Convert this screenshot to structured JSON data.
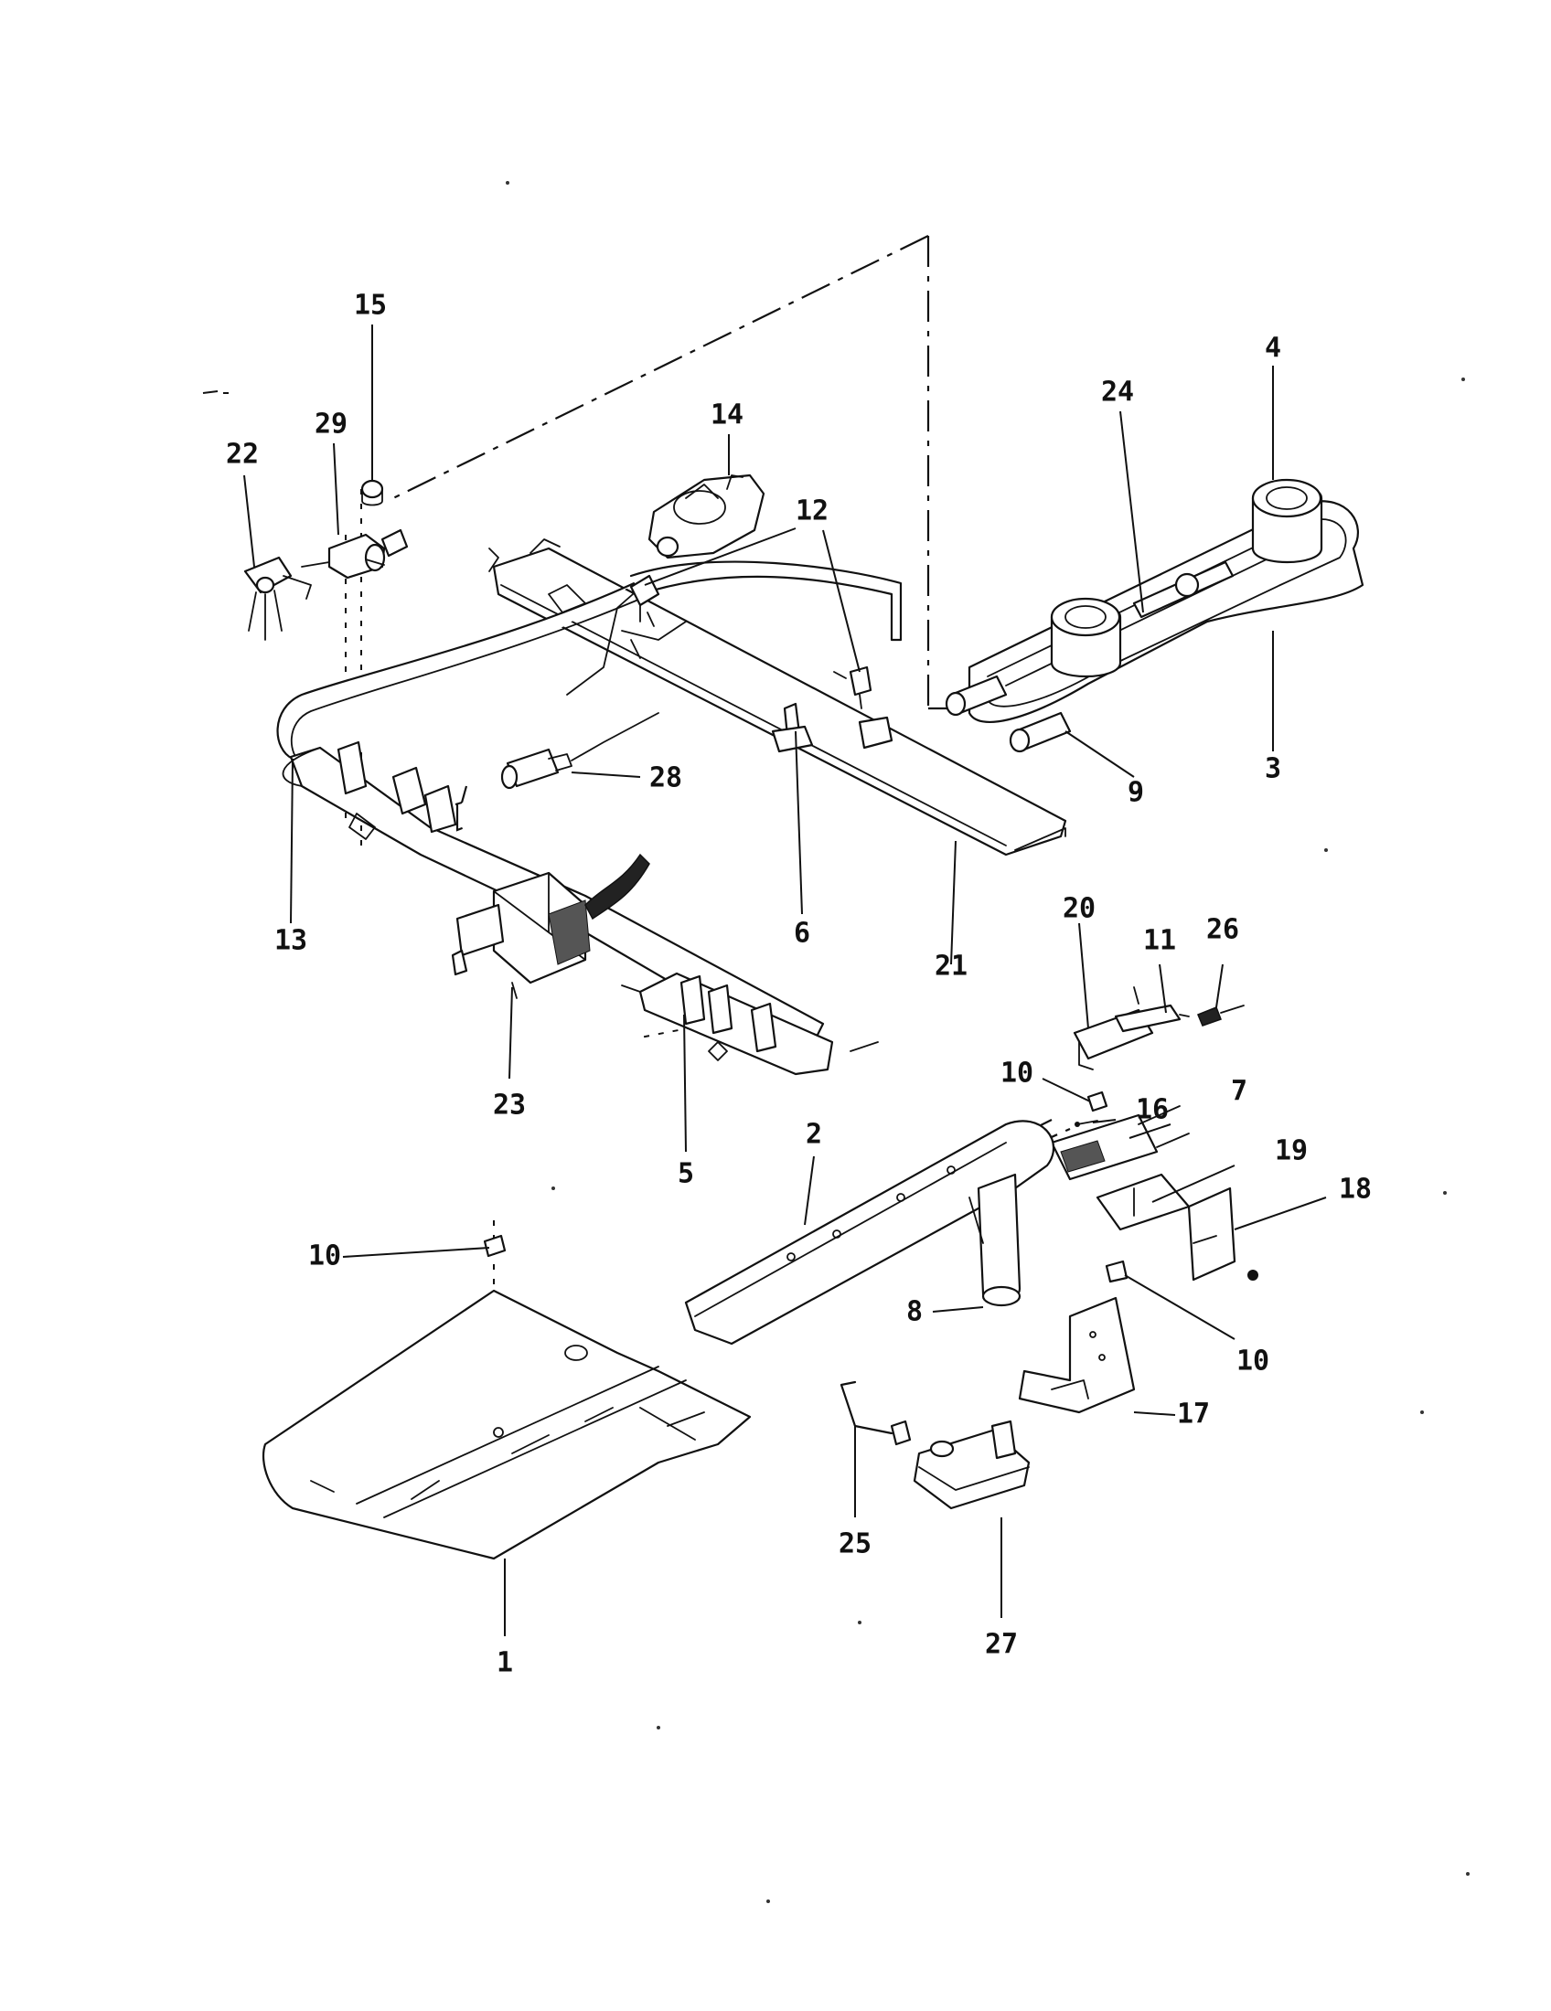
{
  "diagram": {
    "callouts": [
      "15",
      "29",
      "22",
      "14",
      "12",
      "24",
      "4",
      "3",
      "9",
      "28",
      "13",
      "6",
      "21",
      "23",
      "5",
      "20",
      "11",
      "26",
      "10",
      "16",
      "7",
      "19",
      "18",
      "2",
      "10",
      "8",
      "10",
      "17",
      "25",
      "27",
      "1"
    ]
  }
}
